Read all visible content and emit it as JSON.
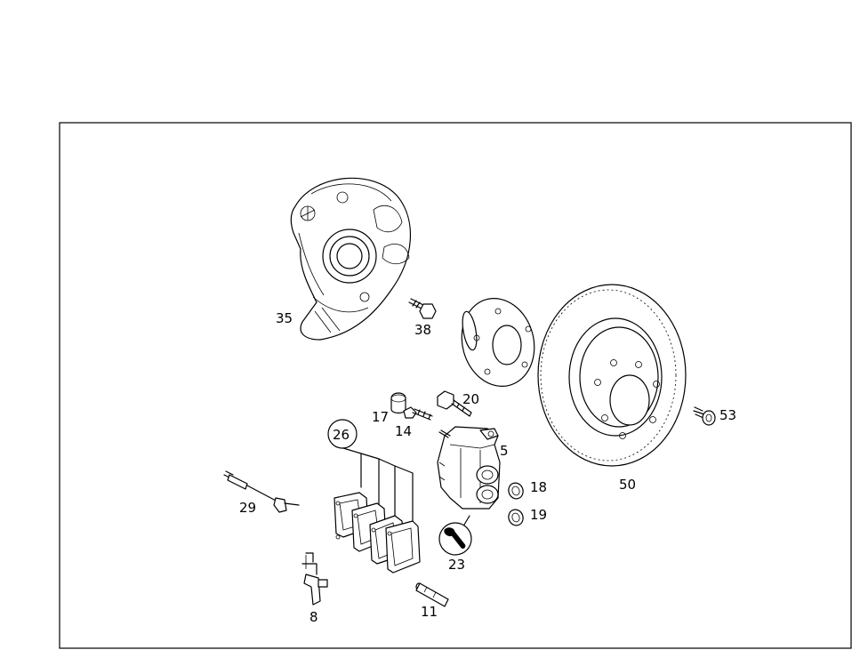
{
  "callouts": {
    "c35": "35",
    "c38": "38",
    "c20": "20",
    "c17": "17",
    "c14": "14",
    "c26": "26",
    "c5": "5",
    "c18": "18",
    "c19": "19",
    "c50": "50",
    "c53": "53",
    "c29": "29",
    "c23": "23",
    "c8": "8",
    "c11": "11"
  },
  "colors": {
    "ink": "#000000",
    "paper": "#ffffff"
  },
  "icons": {
    "tool": "wrench-icon"
  }
}
